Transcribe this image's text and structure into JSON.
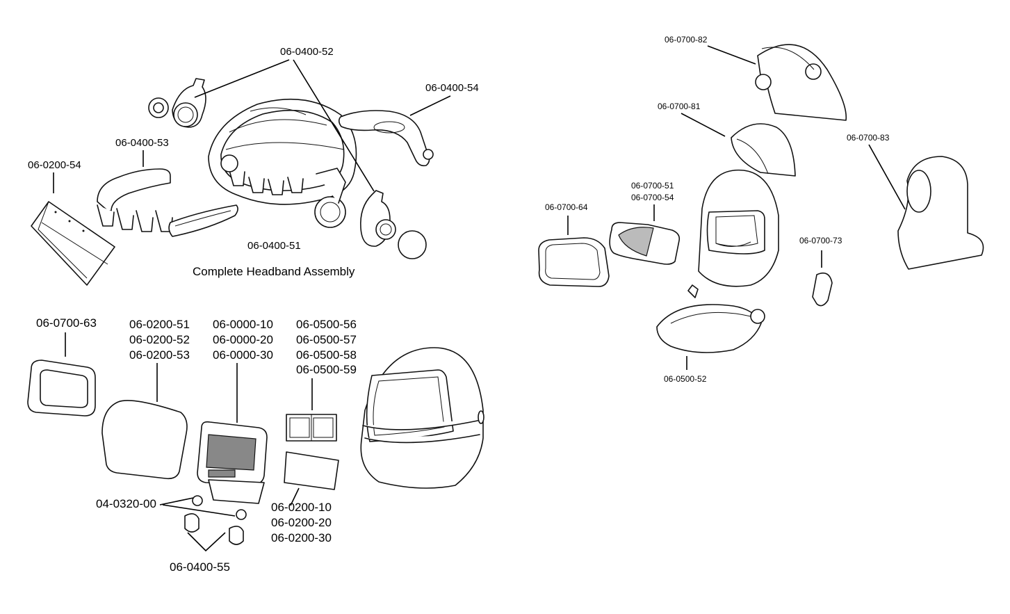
{
  "headband_section": {
    "caption": "Complete Headband Assembly",
    "labels": {
      "knob": "06-0400-52",
      "top_strap": "06-0400-54",
      "sweatband": "06-0400-53",
      "front_guard": "06-0200-54",
      "headband": "06-0400-51"
    }
  },
  "helmet_section": {
    "labels": {
      "front_lens": "06-0700-63",
      "outer_lens": [
        "06-0200-51",
        "06-0200-52",
        "06-0200-53"
      ],
      "filter": [
        "06-0000-10",
        "06-0000-20",
        "06-0000-30"
      ],
      "side_windows": [
        "06-0500-56",
        "06-0500-57",
        "06-0500-58",
        "06-0500-59"
      ],
      "inside_lens": [
        "06-0200-10",
        "06-0200-20",
        "06-0200-30"
      ],
      "battery": "04-0320-00",
      "battery_holder": "06-0400-55"
    }
  },
  "fresh_air_section": {
    "labels": {
      "head_cover": "06-0700-82",
      "head_cover_small": "06-0700-81",
      "hood": "06-0700-83",
      "visor": [
        "06-0700-51",
        "06-0700-54"
      ],
      "frame": "06-0700-64",
      "cap": "06-0700-73",
      "face_seal": "06-0500-52"
    }
  }
}
